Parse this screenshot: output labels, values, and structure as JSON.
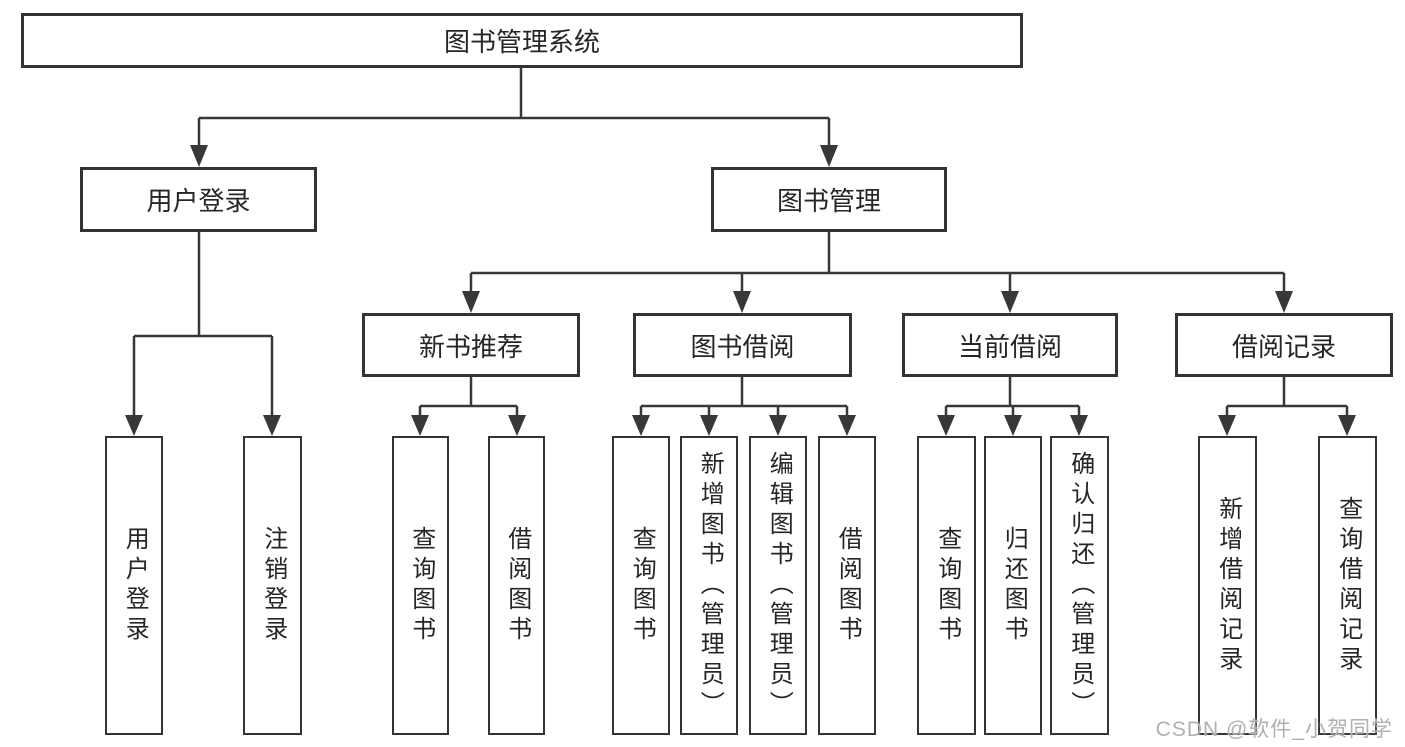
{
  "diagram": {
    "root": "图书管理系统",
    "branches": [
      {
        "label": "用户登录",
        "leaves": [
          "用户登录",
          "注销登录"
        ]
      },
      {
        "label": "图书管理",
        "groups": [
          {
            "label": "新书推荐",
            "leaves": [
              "查询图书",
              "借阅图书"
            ]
          },
          {
            "label": "图书借阅",
            "leaves": [
              "查询图书",
              "新增图书（管理员）",
              "编辑图书（管理员）",
              "借阅图书"
            ]
          },
          {
            "label": "当前借阅",
            "leaves": [
              "查询图书",
              "归还图书",
              "确认归还（管理员）"
            ]
          },
          {
            "label": "借阅记录",
            "leaves": [
              "新增借阅记录",
              "查询借阅记录"
            ]
          }
        ]
      }
    ]
  },
  "watermark": "CSDN @软件_小贺同学",
  "colors": {
    "line": "#383838",
    "border": "#333333",
    "text": "#262626",
    "background": "#ffffff",
    "watermark": "#b0b0b0"
  }
}
